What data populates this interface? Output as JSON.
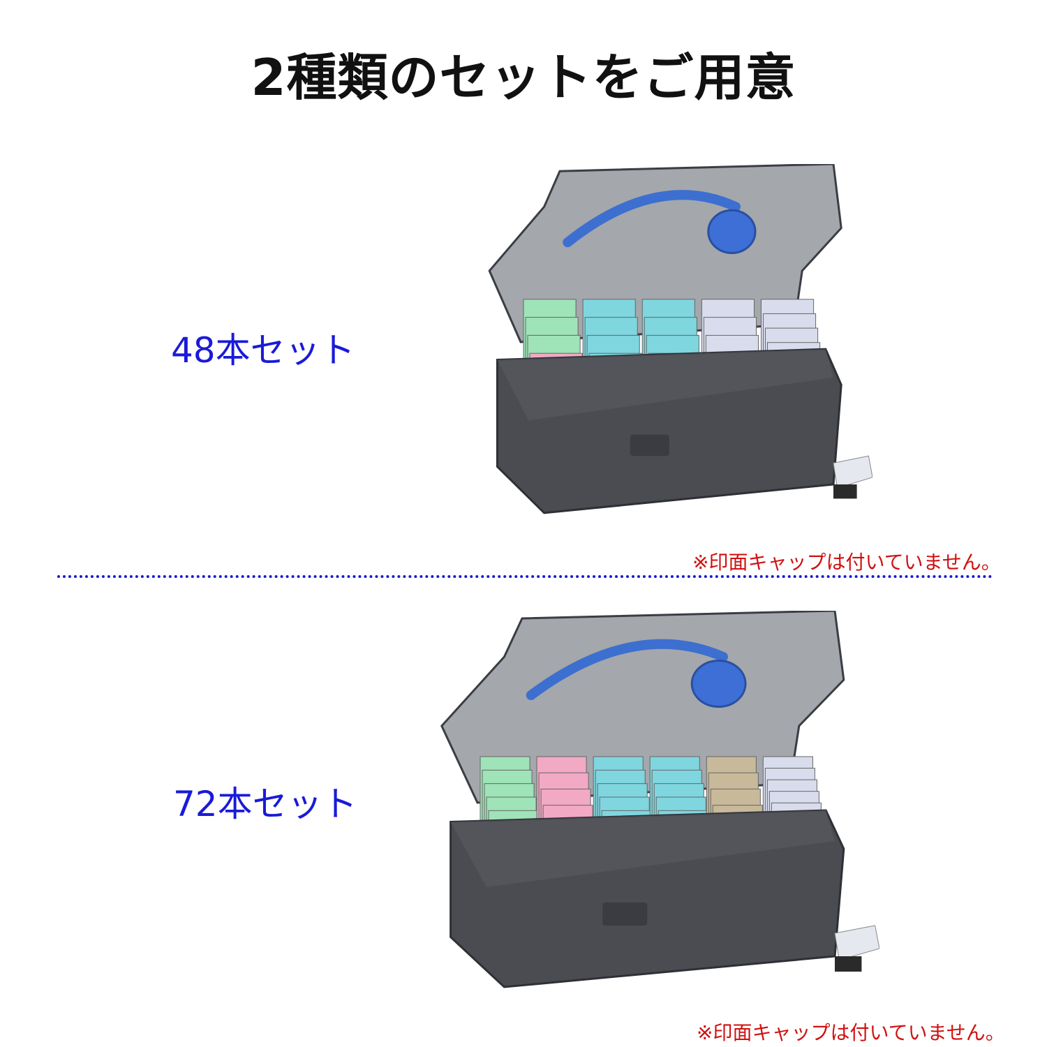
{
  "title": "2種類のセットをご用意",
  "sets": [
    {
      "label": "48本セット",
      "note": "※印面キャップは付いていません。"
    },
    {
      "label": "72本セット",
      "note": "※印面キャップは付いていません。"
    }
  ],
  "colors": {
    "title": "#111111",
    "label": "#1a1ad8",
    "note": "#d01010",
    "divider": "#1a1ad0",
    "stamp_green": "#9fe3b8",
    "stamp_pink": "#f2a9c4",
    "stamp_cyan": "#7fd6df",
    "stamp_beige": "#c8b99a",
    "stamp_lavender": "#d9dcec"
  }
}
